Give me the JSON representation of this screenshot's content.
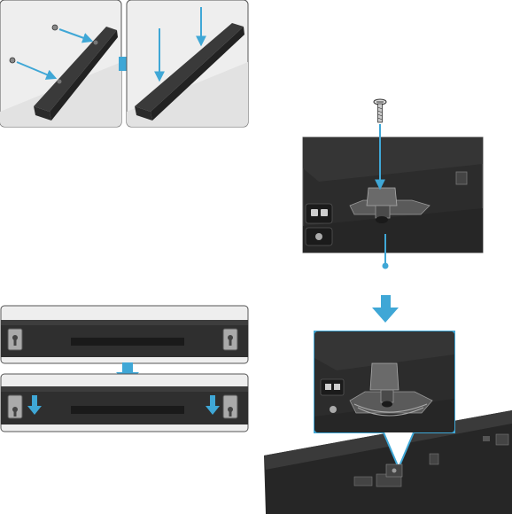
{
  "figure": {
    "steps": [
      {
        "id": "attach-brackets",
        "panels": [
          "before",
          "after"
        ]
      },
      {
        "id": "hang-bar",
        "panels": [
          "before",
          "after"
        ]
      },
      {
        "id": "secure-screw",
        "panels": [
          "screw-insert",
          "detail",
          "overview"
        ]
      }
    ],
    "colors": {
      "accent": "#3fa7d6",
      "panel_bg": "#eeeeee",
      "panel_border": "#555555",
      "device": "#2b2b2b",
      "device_top": "#3a3a3a",
      "device_detail": "#262626"
    },
    "icons": [
      "arrow-right-icon",
      "arrow-down-icon",
      "screw-icon",
      "keyhole-icon"
    ]
  }
}
